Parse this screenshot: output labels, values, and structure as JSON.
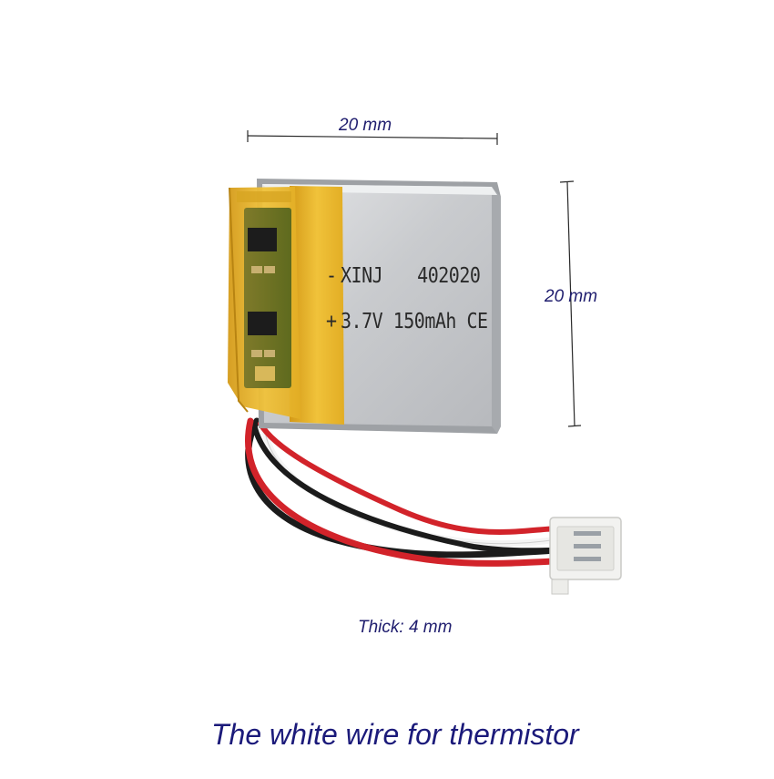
{
  "dimensions": {
    "width_label": "20 mm",
    "height_label": "20 mm",
    "thickness_label": "Thick: 4 mm"
  },
  "battery_label": {
    "line1_symbol": "-",
    "line1_brand": "XINJ",
    "line1_model": "402020",
    "line2_symbol": "+",
    "line2_spec": "3.7V 150mAh CE"
  },
  "caption": "The white wire for thermistor",
  "colors": {
    "label_text": "#1f1d6e",
    "caption_text": "#1b1a7a",
    "cell_silver": "#c9cbce",
    "kapton_yellow": "#e7b52a",
    "wire_red": "#d2232a",
    "wire_black": "#1b1b1b",
    "wire_white": "#f4f4f4",
    "connector": "#f2f2f0"
  }
}
